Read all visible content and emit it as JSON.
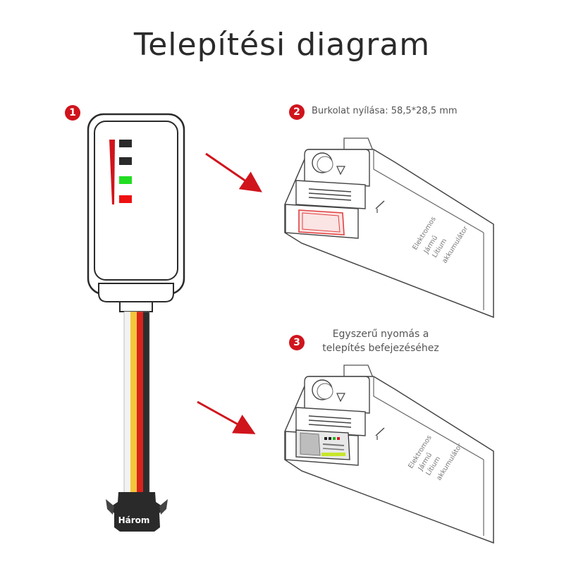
{
  "title": "Telepítési diagram",
  "steps": [
    {
      "number": "1",
      "text": ""
    },
    {
      "number": "2",
      "text": "Burkolat nyílása: 58,5*28,5 mm"
    },
    {
      "number": "3",
      "line1": "Egyszerű nyomás a",
      "line2": "telepítés befejezéséhez"
    }
  ],
  "battery_label": [
    "Elektromos",
    "Jármű",
    "Lítium",
    "akkumulátor"
  ],
  "connector_label": "Három",
  "indicator_colors": {
    "level_dark": "#2a2a2a",
    "level_green": "#22dd22",
    "level_red": "#ee1111"
  },
  "wire_colors": [
    "#f2f2f2",
    "#f3c63a",
    "#d8231c",
    "#2d2d2d"
  ],
  "accent_color": "#d0141c"
}
